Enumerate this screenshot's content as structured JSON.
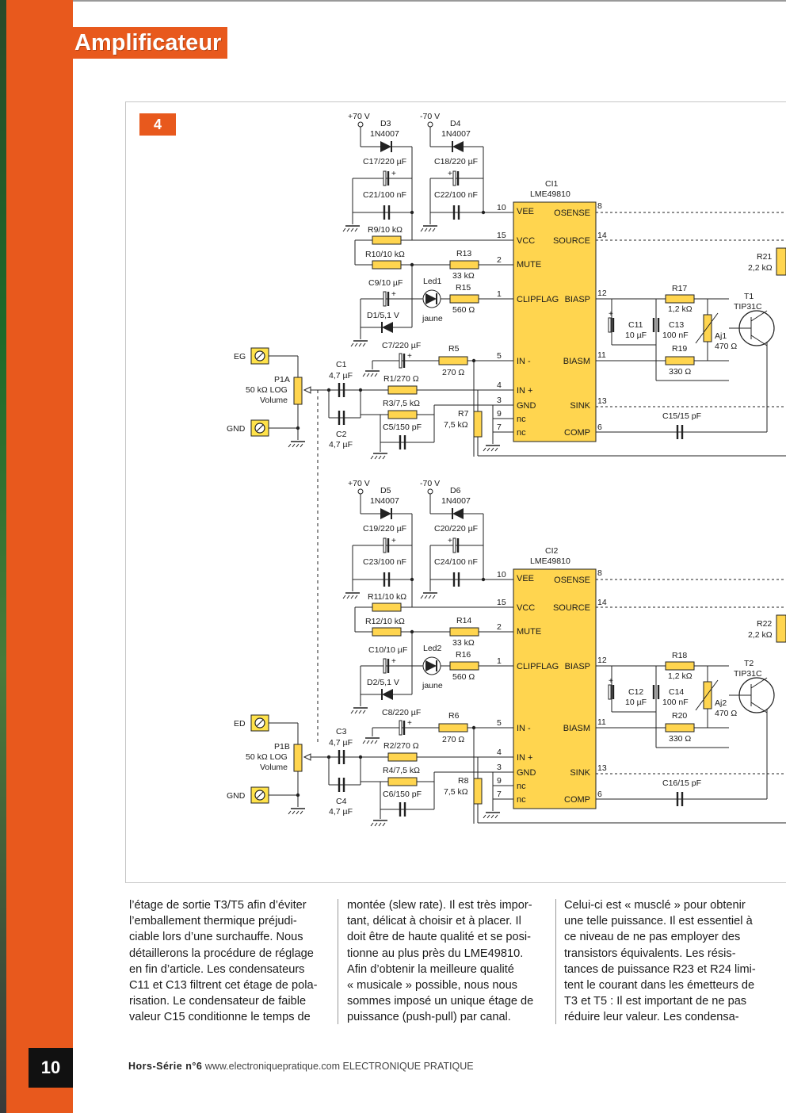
{
  "header": {
    "section_title": "Amplificateur"
  },
  "figure": {
    "number": "4",
    "ic_top": {
      "ref": "CI1",
      "part": "LME49810"
    },
    "ic_bottom": {
      "ref": "CI2",
      "part": "LME49810"
    },
    "pins": {
      "vee": "VEE",
      "osense": "OSENSE",
      "vcc": "VCC",
      "source": "SOURCE",
      "mute": "MUTE",
      "clipflag": "CLIPFLAG",
      "biasp": "BIASP",
      "inm": "IN -",
      "biasm": "BIASM",
      "inp": "IN +",
      "gnd": "GND",
      "sink": "SINK",
      "nc": "nc",
      "comp": "COMP"
    },
    "pin_numbers": {
      "vee": "10",
      "vcc": "15",
      "mute": "2",
      "clipflag": "1",
      "inm": "5",
      "inp": "4",
      "gnd": "3",
      "nc1": "9",
      "nc2": "7",
      "osense": "8",
      "source": "14",
      "biasp": "12",
      "biasm": "11",
      "sink": "13",
      "comp": "6"
    },
    "top": {
      "pos_rail": "+70 V",
      "neg_rail": "-70 V",
      "d_pos": "D3",
      "d_pos_part": "1N4007",
      "d_neg": "D4",
      "d_neg_part": "1N4007",
      "c_pos_bulk": "C17/220 µF",
      "c_neg_bulk": "C18/220 µF",
      "c_pos_dec": "C21/100 nF",
      "c_neg_dec": "C22/100 nF",
      "r_a": "R9/10 kΩ",
      "r_b": "R10/10 kΩ",
      "r_mute": "R13",
      "r_mute_val": "33 kΩ",
      "c_mute": "C9/10 µF",
      "led": "Led1",
      "led_color": "jaune",
      "r_led": "R15",
      "r_led_val": "560 Ω",
      "zener": "D1/5,1 V",
      "c_fb": "C7/220 µF",
      "r_fb": "R5",
      "r_fb_val": "270 Ω",
      "r_fb2": "R1/270 Ω",
      "c_in1": "C1",
      "c_in1_val": "4,7 µF",
      "c_in2": "C2",
      "c_in2_val": "4,7 µF",
      "r_in": "R3/7,5 kΩ",
      "c_in_hf": "C5/150 pF",
      "r_gnd": "R7",
      "r_gnd_val": "7,5 kΩ",
      "input_label": "EG",
      "gnd_label": "GND",
      "pot": "P1A",
      "pot_val": "50 kΩ LOG",
      "pot_name": "Volume",
      "r_out": "R21",
      "r_out_val": "2,2 kΩ",
      "r_bias": "R17",
      "r_bias_val": "1,2 kΩ",
      "c_bias1": "C11",
      "c_bias1_val": "10 µF",
      "c_bias2": "C13",
      "c_bias2_val": "100 nF",
      "r_bias2": "R19",
      "r_bias2_val": "330 Ω",
      "trim": "Aj1",
      "trim_val": "470 Ω",
      "transistor": "T1",
      "transistor_part": "TIP31C",
      "c_comp": "C15/15 pF"
    },
    "bottom": {
      "pos_rail": "+70 V",
      "neg_rail": "-70 V",
      "d_pos": "D5",
      "d_pos_part": "1N4007",
      "d_neg": "D6",
      "d_neg_part": "1N4007",
      "c_pos_bulk": "C19/220 µF",
      "c_neg_bulk": "C20/220 µF",
      "c_pos_dec": "C23/100 nF",
      "c_neg_dec": "C24/100 nF",
      "r_a": "R11/10 kΩ",
      "r_b": "R12/10 kΩ",
      "r_mute": "R14",
      "r_mute_val": "33 kΩ",
      "c_mute": "C10/10 µF",
      "led": "Led2",
      "led_color": "jaune",
      "r_led": "R16",
      "r_led_val": "560 Ω",
      "zener": "D2/5,1 V",
      "c_fb": "C8/220 µF",
      "r_fb": "R6",
      "r_fb_val": "270 Ω",
      "r_fb2": "R2/270 Ω",
      "c_in1": "C3",
      "c_in1_val": "4,7 µF",
      "c_in2": "C4",
      "c_in2_val": "4,7 µF",
      "r_in": "R4/7,5 kΩ",
      "c_in_hf": "C6/150 pF",
      "r_gnd": "R8",
      "r_gnd_val": "7,5 kΩ",
      "input_label": "ED",
      "gnd_label": "GND",
      "pot": "P1B",
      "pot_val": "50 kΩ LOG",
      "pot_name": "Volume",
      "r_out": "R22",
      "r_out_val": "2,2 kΩ",
      "r_bias": "R18",
      "r_bias_val": "1,2 kΩ",
      "c_bias1": "C12",
      "c_bias1_val": "10 µF",
      "c_bias2": "C14",
      "c_bias2_val": "100 nF",
      "r_bias2": "R20",
      "r_bias2_val": "330 Ω",
      "trim": "Aj2",
      "trim_val": "470 Ω",
      "transistor": "T2",
      "transistor_part": "TIP31C",
      "c_comp": "C16/15 pF"
    }
  },
  "body": {
    "col1": [
      "l’étage de sortie T3/T5 afin d’éviter",
      "l’emballement thermique préjudi-",
      "ciable lors d’une surchauffe. Nous",
      "détaillerons la procédure de réglage",
      "en fin d’article. Les condensateurs",
      "C11 et C13 filtrent cet étage de pola-",
      "risation. Le condensateur de faible",
      "valeur C15 conditionne le temps de"
    ],
    "col2": [
      "montée (slew rate). Il est très impor-",
      "tant, délicat à choisir et à placer. Il",
      "doit être de haute qualité et se posi-",
      "tionne au plus près du LME49810.",
      "Afin d’obtenir la meilleure qualité",
      "« musicale » possible, nous nous",
      "sommes imposé un unique étage de",
      "puissance (push-pull) par canal."
    ],
    "col3": [
      "Celui-ci est « musclé » pour obtenir",
      "une telle puissance. Il est essentiel à",
      "ce niveau de ne pas employer des",
      "transistors équivalents. Les résis-",
      "tances de puissance R23 et R24 limi-",
      "tent le courant dans les émetteurs de",
      "T3 et T5 : Il est important de ne pas",
      "réduire leur valeur. Les condensa-"
    ]
  },
  "footer": {
    "page_number": "10",
    "magazine": "Hors-Série n°6",
    "url": "www.electroniquepratique.com",
    "brand": "ELECTRONIQUE PRATIQUE"
  }
}
